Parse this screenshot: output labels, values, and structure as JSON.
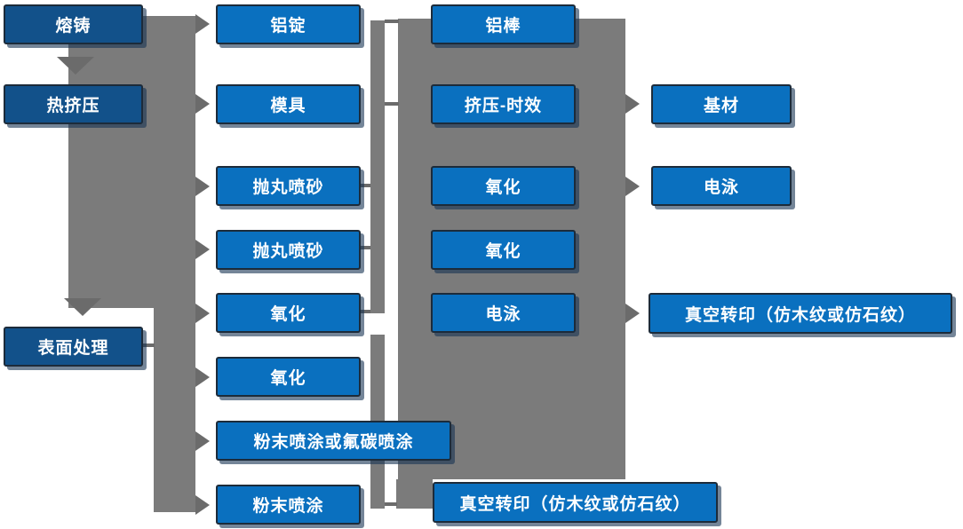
{
  "colors": {
    "box_blue": "#0a70bf",
    "box_dark_blue": "#12518a",
    "connector_gray": "#7b7b7b",
    "arrow_gray": "#6b6b6b",
    "box_border": "#1c2b3a",
    "text_white": "#ffffff"
  },
  "stage_column": {
    "items": [
      "熔铸",
      "热挤压",
      "表面处理"
    ]
  },
  "process_column": {
    "items": [
      "铝锭",
      "模具",
      "抛丸喷砂",
      "抛丸喷砂",
      "氧化",
      "氧化",
      "粉末喷涂或氟碳喷涂",
      "粉末喷涂"
    ]
  },
  "intermediate_column": {
    "items": [
      "铝棒",
      "挤压-时效",
      "氧化",
      "氧化",
      "电泳",
      "真空转印（仿木纹或仿石纹）"
    ]
  },
  "output_column": {
    "items": [
      "基材",
      "电泳",
      "真空转印（仿木纹或仿石纹）"
    ]
  }
}
